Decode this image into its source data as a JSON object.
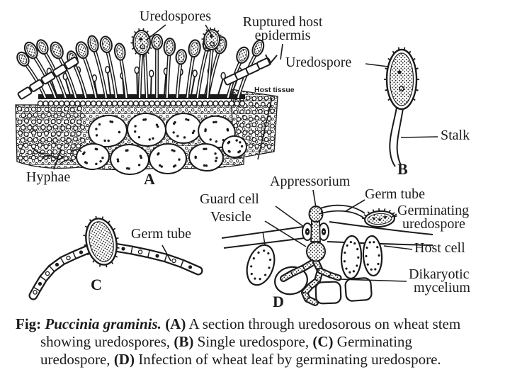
{
  "colors": {
    "ink": "#1b1b1b",
    "paper": "#ffffff"
  },
  "panels": {
    "a": {
      "letter": "A",
      "labels": {
        "uredospores": "Uredospores",
        "ruptured_line1": "Ruptured host",
        "ruptured_line2": "epidermis",
        "host_tissue": "Host tissue",
        "hyphae": "Hyphae"
      }
    },
    "b": {
      "letter": "B",
      "labels": {
        "uredospore": "Uredospore",
        "stalk": "Stalk"
      }
    },
    "c": {
      "letter": "C",
      "labels": {
        "germ_tube": "Germ tube"
      }
    },
    "d": {
      "letter": "D",
      "labels": {
        "appressorium": "Appressorium",
        "germ_tube": "Germ tube",
        "guard_cell": "Guard cell",
        "vesicle": "Vesicle",
        "germinating_line1": "Germinating",
        "germinating_line2": "uredospore",
        "host_cell": "Host cell",
        "dikaryotic_line1": "Dikaryotic",
        "dikaryotic_line2": "mycelium"
      }
    }
  },
  "caption": {
    "fig": "Fig:",
    "species": "Puccinia graminis.",
    "a_marker": "(A)",
    "a_text": "A section through uredosorous on wheat stem showing uredospores,",
    "b_marker": "(B)",
    "b_text": "Single uredospore,",
    "c_marker": "(C)",
    "c_text": "Germinating uredospore,",
    "d_marker": "(D)",
    "d_text": "Infection of wheat leaf by germinating uredospore."
  }
}
